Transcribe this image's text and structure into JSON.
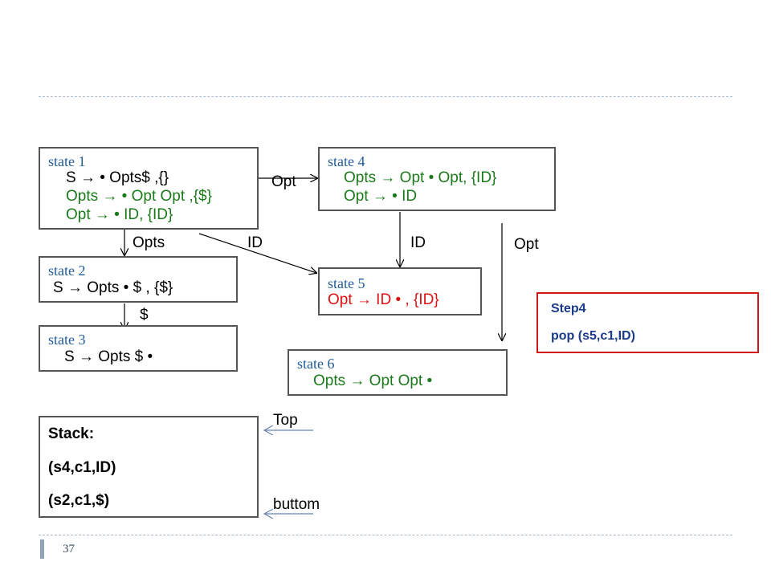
{
  "states": {
    "s1": {
      "title": "state 1",
      "lines": [
        "S → • Opts$ ,{}",
        "Opts → • Opt Opt ,{$}",
        "Opt → • ID, {ID}"
      ]
    },
    "s2": {
      "title": "state 2",
      "lines": [
        "S → Opts • $ , {$}"
      ]
    },
    "s3": {
      "title": "state 3",
      "lines": [
        "S → Opts $ •"
      ]
    },
    "s4": {
      "title": "state 4",
      "lines": [
        "Opts → Opt • Opt, {ID}",
        "Opt → • ID"
      ]
    },
    "s5": {
      "title": "state 5",
      "lines": [
        "Opt → ID • , {ID}"
      ]
    },
    "s6": {
      "title": "state 6",
      "lines": [
        "Opts → Opt Opt •"
      ]
    }
  },
  "edges": {
    "s1_s4": "Opt",
    "s1_s2": "Opts",
    "s1_s5": "ID",
    "s4_s5": "ID",
    "s4_s6": "Opt",
    "s2_s3": "$"
  },
  "step": {
    "title": "Step4",
    "action": "pop (s5,c1,ID)"
  },
  "stack": {
    "title": "Stack:",
    "items": [
      "(s4,c1,ID)",
      "(s2,c1,$)"
    ]
  },
  "pointers": {
    "top": "Top",
    "bottom": "buttom"
  },
  "page_number": "37",
  "colors": {
    "state_title": "#1f5c99",
    "item_green": "#1a7a1a",
    "item_red": "#e01010",
    "step_border": "#d01818",
    "step_text": "#1a3a8a"
  }
}
